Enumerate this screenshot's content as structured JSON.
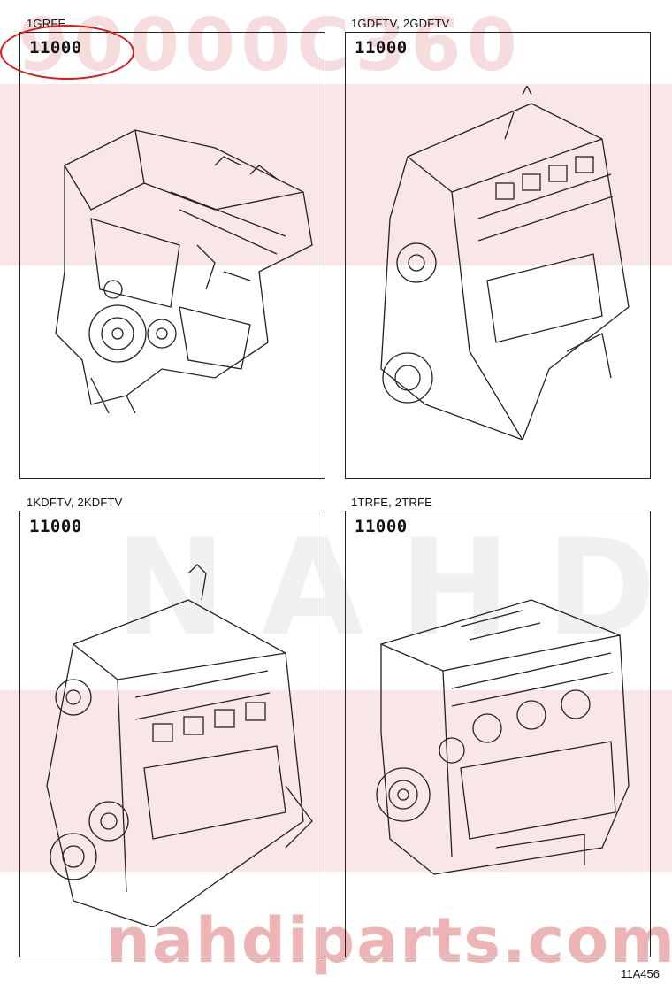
{
  "watermark": {
    "part_number": "90000C360",
    "brand": "NAHDI",
    "url": "nahdiparts.com"
  },
  "panels": [
    {
      "engine_label": "1GRFE",
      "part_code": "11000",
      "highlighted": true
    },
    {
      "engine_label": "1GDFTV, 2GDFTV",
      "part_code": "11000",
      "highlighted": false
    },
    {
      "engine_label": "1KDFTV, 2KDFTV",
      "part_code": "11000",
      "highlighted": false
    },
    {
      "engine_label": "1TRFE, 2TRFE",
      "part_code": "11000",
      "highlighted": false
    }
  ],
  "diagram_ref": "11A456",
  "colors": {
    "highlight": "#e01818",
    "watermark": "#c82828",
    "line": "#222222"
  }
}
